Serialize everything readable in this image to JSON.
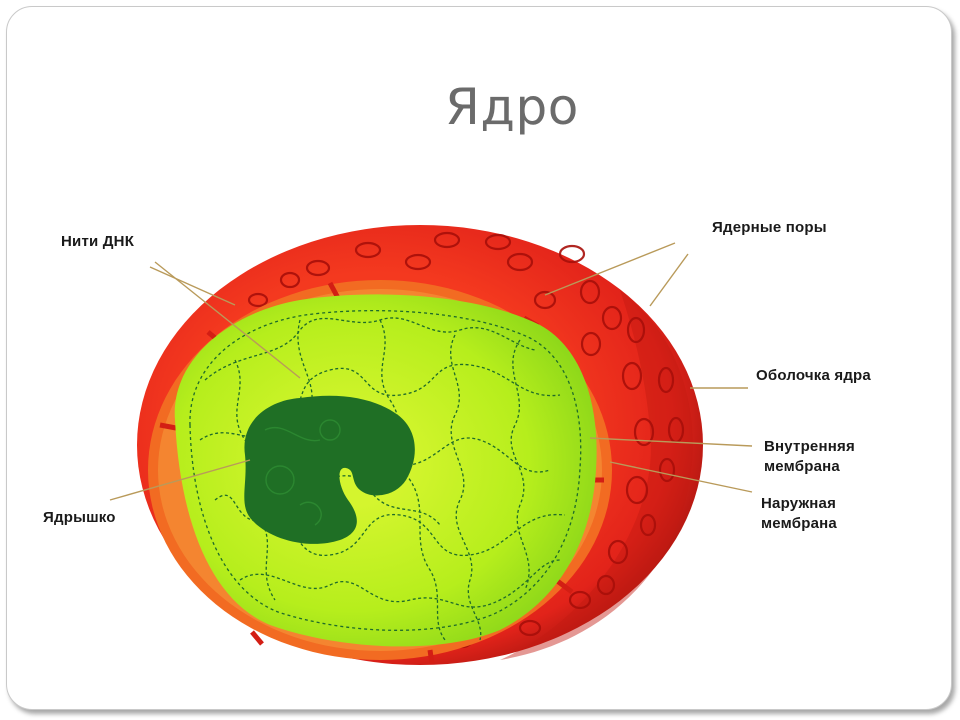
{
  "slide": {
    "title": "Ядро"
  },
  "figure": {
    "labels": {
      "dna_threads": "Нити ДНК",
      "nuclear_pores": "Ядерные поры",
      "nuclear_envelope": "Оболочка ядра",
      "inner_membrane_line1": "Внутренняя",
      "inner_membrane_line2": "мембрана",
      "outer_membrane_line1": "Наружная",
      "outer_membrane_line2": "мембрана",
      "nucleolus": "Ядрышко"
    },
    "colors": {
      "envelope": "#e82a1c",
      "envelope_dark": "#b8130c",
      "membrane_band": "#f47a2a",
      "nucleoplasm": "#b7ef1c",
      "nucleoplasm_inner": "#d9f53a",
      "nucleolus": "#1f6f25",
      "dna": "#1e6b2a",
      "pore": "#a80f0a",
      "leader_line": "#b99a5a"
    }
  }
}
